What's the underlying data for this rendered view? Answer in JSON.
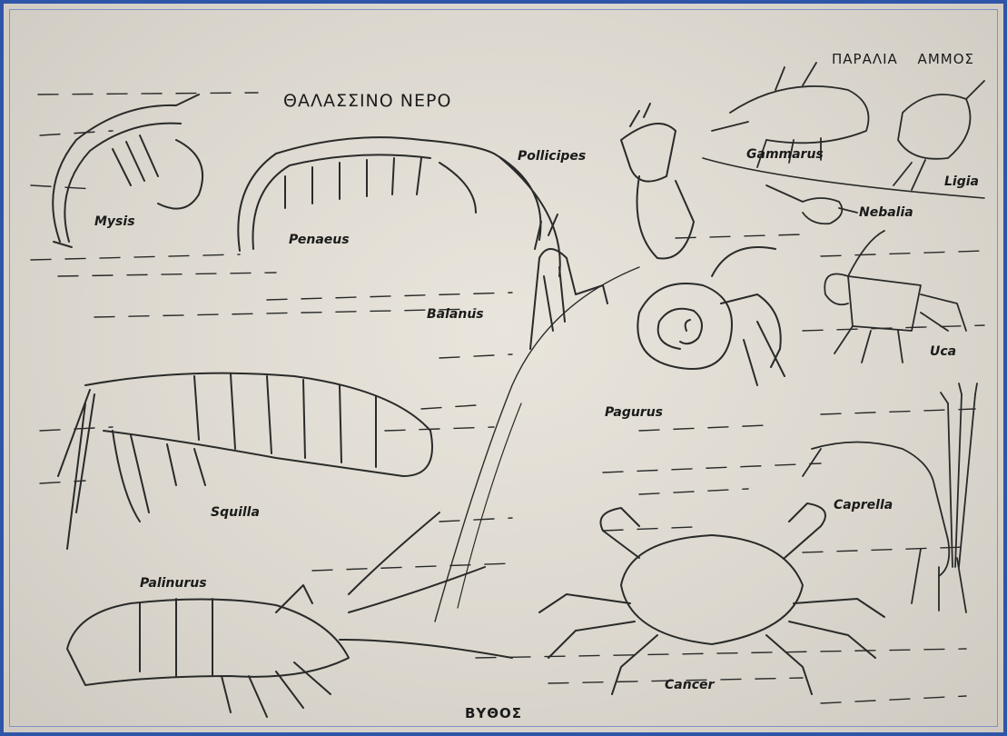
{
  "region_labels": {
    "sea_water": "ΘΑΛΑΣΣΙΝΟ ΝΕΡΟ",
    "beach_sand": "ΠΑΡΑΛΙΑ ΑΜΜΟΣ",
    "seabed": "ΒΥΘΟΣ"
  },
  "organisms": {
    "mysis": "Mysis",
    "penaeus": "Penaeus",
    "pollicipes": "Pollicipes",
    "gammarus": "Gammarus",
    "ligia": "Ligia",
    "nebalia": "Nebalia",
    "balanus": "Balanus",
    "pagurus": "Pagurus",
    "uca": "Uca",
    "squilla": "Squilla",
    "caprella": "Caprella",
    "palinurus": "Palinurus",
    "cancer": "Cancer"
  },
  "colors": {
    "frame": "#2f55a8",
    "ink": "#1b1b1b",
    "paper": "#e2ded6"
  }
}
